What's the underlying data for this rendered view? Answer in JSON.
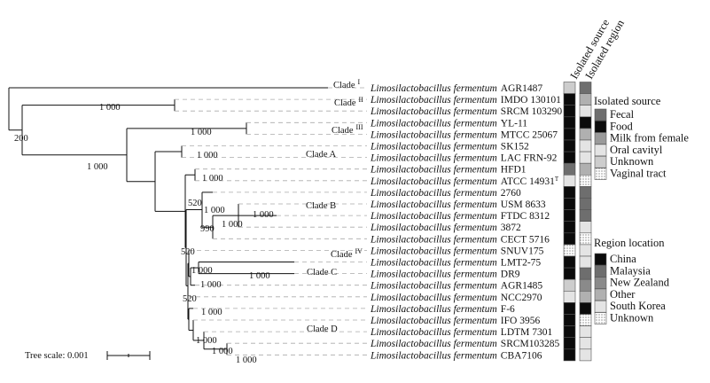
{
  "colors": {
    "Fecal": "#6e6e6e",
    "Food": "#0b0b0b",
    "Milk from female": "#9a9a9a",
    "Oral cavity": "#e4e4e4",
    "Unknown": "#cdcdcd",
    "Vaginal tract": "pattern",
    "China": "#0b0b0b",
    "Malaysia": "#6e6e6e",
    "New Zealand": "#8a8a8a",
    "Other": "#b0b0b0",
    "South Korea": "#e4e4e4",
    "Unknown region": "pattern"
  },
  "columns": {
    "source_title": "Isolated source",
    "region_title": "Isolated region"
  },
  "legend": {
    "source_title": "Isolated source",
    "source_items": [
      "Fecal",
      "Food",
      "Milk from female",
      "Oral cavityl",
      "Unknown",
      "Vaginal tract"
    ],
    "source_keys": [
      "Fecal",
      "Food",
      "Milk from female",
      "Oral cavity",
      "Unknown",
      "Vaginal tract"
    ],
    "region_title": "Region location",
    "region_items": [
      "China",
      "Malaysia",
      "New Zealand",
      "Other",
      "South Korea",
      "Unknown"
    ],
    "region_keys": [
      "China",
      "Malaysia",
      "New Zealand",
      "Other",
      "South Korea",
      "Unknown region"
    ]
  },
  "scale": {
    "label": "Tree scale: 0.001"
  },
  "tree": {
    "genus": "Limosilactobacillus",
    "species": "fermentum",
    "leaves": [
      {
        "strain": "AGR1487",
        "source": "Unknown",
        "region": "Malaysia"
      },
      {
        "strain": "IMDO 130101",
        "source": "Food",
        "region": "Other"
      },
      {
        "strain": "SRCM 103290",
        "source": "Food",
        "region": "South Korea"
      },
      {
        "strain": "YL-11",
        "source": "Food",
        "region": "China"
      },
      {
        "strain": "MTCC 25067",
        "source": "Food",
        "region": "Other"
      },
      {
        "strain": "SK152",
        "source": "Food",
        "region": "South Korea"
      },
      {
        "strain": "LAC FRN-92",
        "source": "Food",
        "region": "South Korea"
      },
      {
        "strain": "HFD1",
        "source": "Fecal",
        "region": "Other"
      },
      {
        "strain": "ATCC 14931",
        "sup": "T",
        "source": "Oral cavity",
        "region": "Unknown region"
      },
      {
        "strain": "2760",
        "source": "Food",
        "region": "Malaysia"
      },
      {
        "strain": "USM 8633",
        "source": "Food",
        "region": "Malaysia"
      },
      {
        "strain": "FTDC 8312",
        "source": "Food",
        "region": "Malaysia"
      },
      {
        "strain": "3872",
        "source": "Food",
        "region": "South Korea"
      },
      {
        "strain": "CECT 5716",
        "source": "Food",
        "region": "Unknown region"
      },
      {
        "strain": "SNUV175",
        "source": "Vaginal tract",
        "region": "South Korea"
      },
      {
        "strain": "LMT2-75",
        "source": "Food",
        "region": "South Korea"
      },
      {
        "strain": "DR9",
        "source": "Food",
        "region": "Malaysia"
      },
      {
        "strain": "AGR1485",
        "source": "Unknown",
        "region": "New Zealand"
      },
      {
        "strain": "NCC2970",
        "source": "Oral cavity",
        "region": "Other"
      },
      {
        "strain": "F-6",
        "source": "Food",
        "region": "China"
      },
      {
        "strain": "IFO 3956",
        "source": "Food",
        "region": "Unknown region"
      },
      {
        "strain": "LDTM 7301",
        "source": "Food",
        "region": "South Korea"
      },
      {
        "strain": "SRCM103285",
        "source": "Food",
        "region": "South Korea"
      },
      {
        "strain": "CBA7106",
        "source": "Food",
        "region": "South Korea"
      }
    ],
    "bootstraps": [
      {
        "id": "root",
        "label": "200"
      },
      {
        "id": "c2",
        "label": "1 000"
      },
      {
        "id": "c3",
        "label": "1 000"
      },
      {
        "id": "big",
        "label": "1 000"
      },
      {
        "id": "cladeA",
        "label": "1 000"
      },
      {
        "id": "hfd",
        "label": "1 000"
      },
      {
        "id": "n520a",
        "label": "520"
      },
      {
        "id": "n2760",
        "label": "1 000"
      },
      {
        "id": "n990",
        "label": "990"
      },
      {
        "id": "n1000b",
        "label": "1 000"
      },
      {
        "id": "nftdc",
        "label": "1 000"
      },
      {
        "id": "n520b",
        "label": "520"
      },
      {
        "id": "cladeCp",
        "label": "1 000"
      },
      {
        "id": "cladeCm",
        "label": "1 000"
      },
      {
        "id": "cladeCi",
        "label": "1 000"
      },
      {
        "id": "n520c",
        "label": "520"
      },
      {
        "id": "dnode",
        "label": "1 000"
      },
      {
        "id": "dx",
        "label": "1 000"
      },
      {
        "id": "dy",
        "label": "1 000"
      },
      {
        "id": "dz",
        "label": "1 000"
      }
    ],
    "clades": [
      {
        "id": "I",
        "name": "Clade",
        "numeral": "I"
      },
      {
        "id": "II",
        "name": "Clade",
        "numeral": "II"
      },
      {
        "id": "III",
        "name": "Clade",
        "numeral": "III"
      },
      {
        "id": "A",
        "name": "Clade A"
      },
      {
        "id": "B",
        "name": "Clade B"
      },
      {
        "id": "IV",
        "name": "Clade",
        "numeral": "IV"
      },
      {
        "id": "C",
        "name": "Clade C"
      },
      {
        "id": "D",
        "name": "Clade D"
      }
    ]
  }
}
